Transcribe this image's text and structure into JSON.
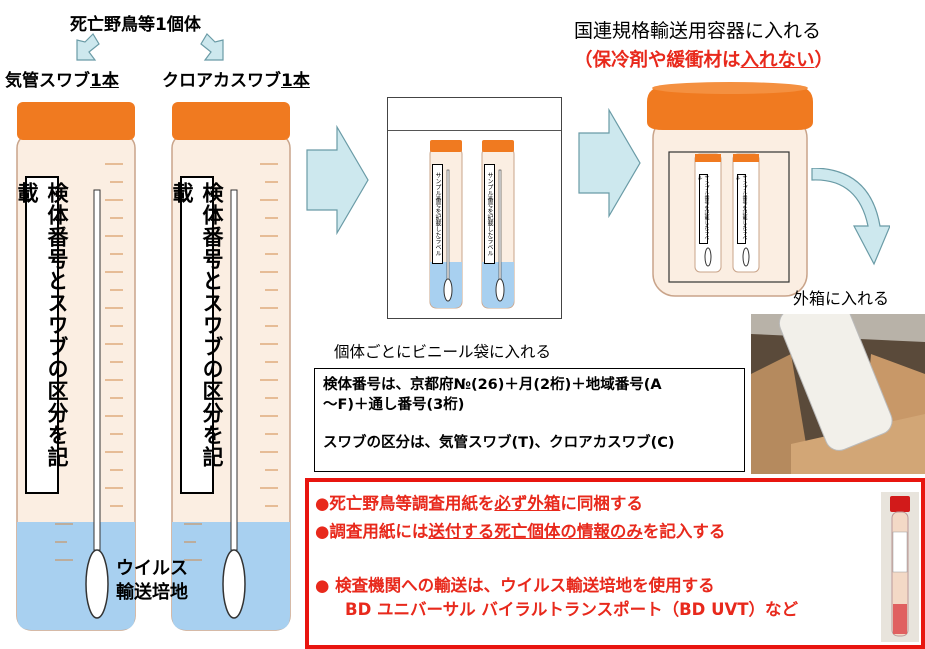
{
  "header": {
    "top_label": "死亡野鳥等1個体",
    "swab_tracheal_prefix": "気管スワブ",
    "swab_tracheal_count": "1本",
    "swab_cloacal_prefix": "クロアカスワブ",
    "swab_cloacal_count": "1本"
  },
  "tube_label": "検体番号とスワブの区分を記載",
  "medium_label_line1": "ウイルス",
  "medium_label_line2": "輸送培地",
  "bag_tube_label": "サンプル番号を記載したラベル",
  "bag_caption": "個体ごとにビニール袋に入れる",
  "container": {
    "title": "国連規格輸送用容器に入れる",
    "note_open": "（保冷剤や緩衝材は",
    "note_under": "入れない",
    "note_close": "）"
  },
  "outer_box_caption": "外箱に入れる",
  "info": {
    "line1": "検体番号は、京都府№(26)＋月(2桁)＋地域番号(A",
    "line2": "～F)＋通し番号(3桁)",
    "line3": "スワブの区分は、気管スワブ(T)、クロアカスワブ(C)"
  },
  "notes": {
    "n1_a": "死亡野鳥等調査用紙を",
    "n1_b": "必ず外箱",
    "n1_c": "に同梱する",
    "n2_a": "調査用紙には",
    "n2_b": "送付する死亡個体の情報のみ",
    "n2_c": "を記入する",
    "n3": "検査機関への輸送は、ウイルス輸送培地を使用する",
    "n4": "BD ユニバーサル バイラルトランスポート（BD UVT）など"
  },
  "colors": {
    "cap": "#f07a20",
    "tube_fill": "#fbeee2",
    "liquid": "#a8d0f0",
    "arrow": "#cde8ee",
    "red": "#e8291c"
  }
}
